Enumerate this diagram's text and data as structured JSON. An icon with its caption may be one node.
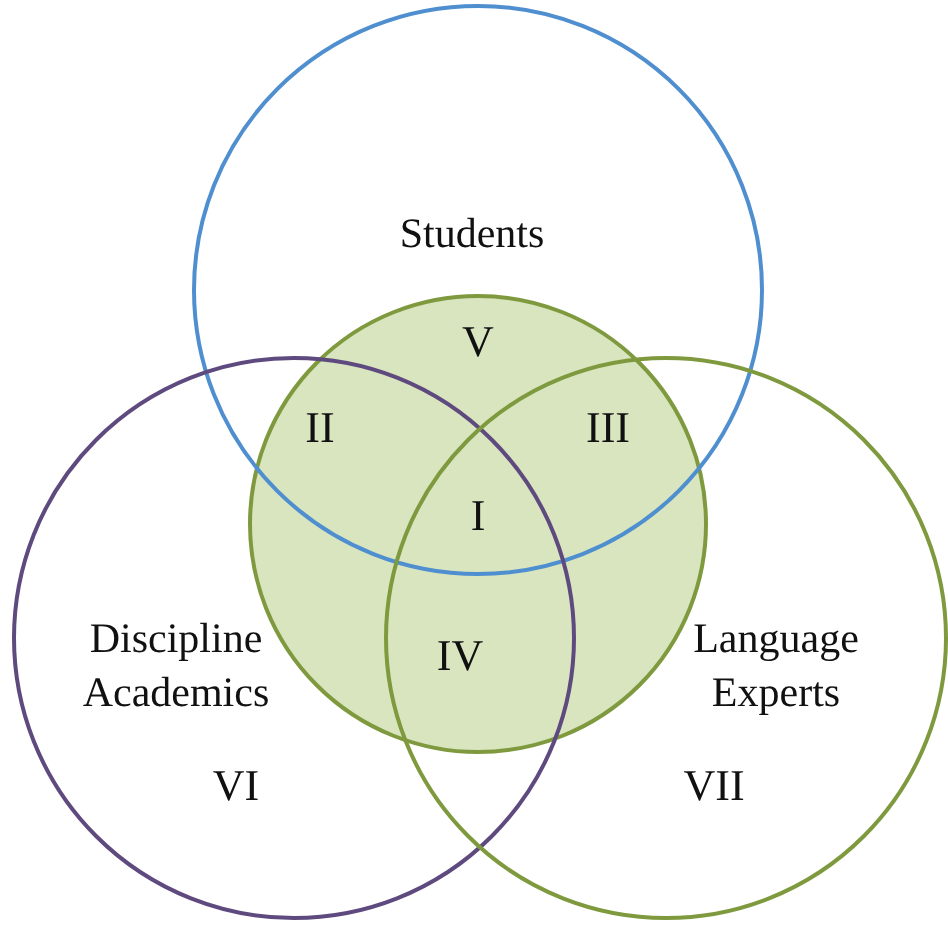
{
  "diagram": {
    "nodes": [
      {
        "text": [
          "Students"
        ]
      },
      {
        "text": [],
        "shape": "circle"
      },
      {
        "text": [
          "Discipline Academics"
        ]
      },
      {
        "text": [
          "Language Experts"
        ]
      }
    ],
    "labels": [
      "V",
      "II",
      "III",
      "I",
      "IV",
      "VI",
      "VII"
    ]
  }
}
